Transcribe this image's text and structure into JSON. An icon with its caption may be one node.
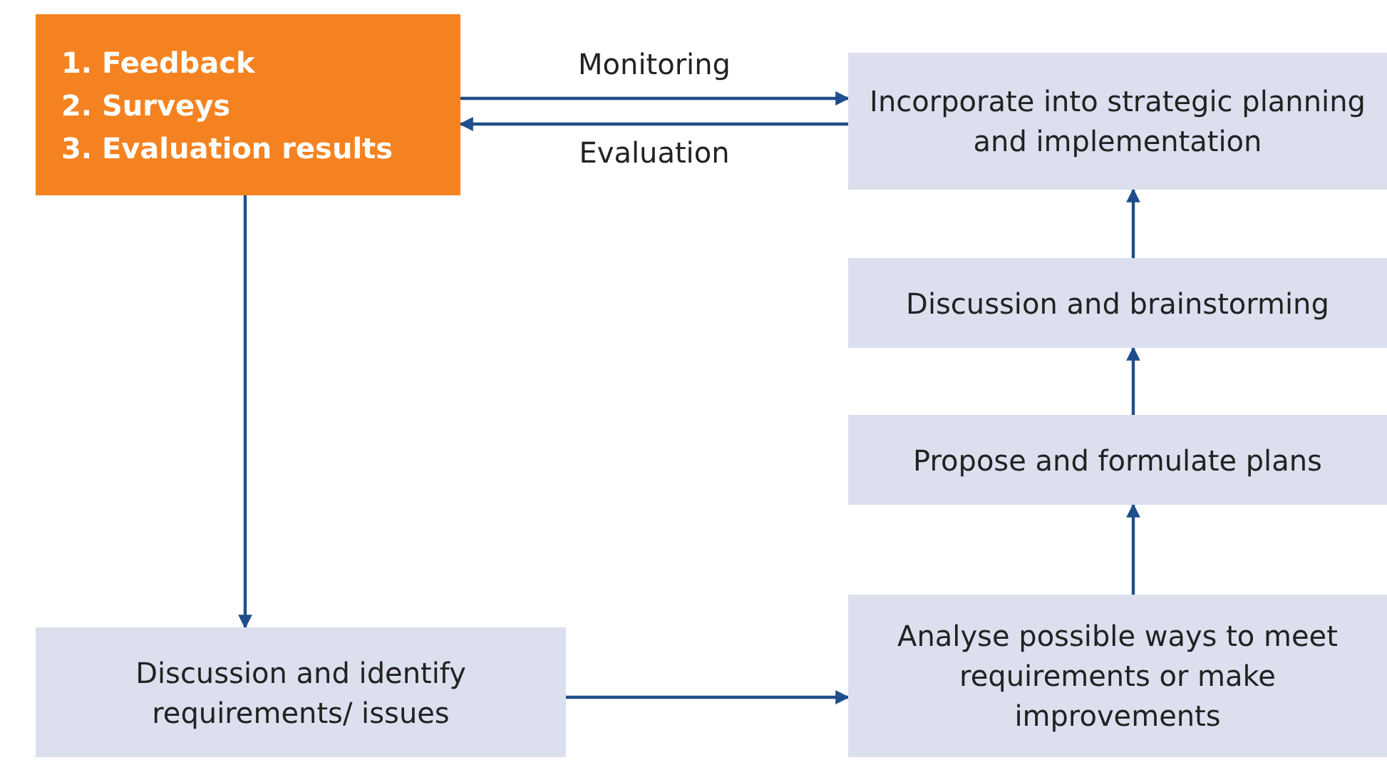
{
  "diagram": {
    "nodes": [
      {
        "text": [
          "1. Feedback",
          "2. Surveys",
          "3. Evaluation results"
        ]
      },
      {
        "text": [
          "Incorporate into strategic planning and implementation"
        ]
      },
      {
        "text": [
          "Discussion and brainstorming"
        ]
      },
      {
        "text": [
          "Propose and formulate plans"
        ]
      },
      {
        "text": [
          "Analyse possible ways to meet requirements or make improvements"
        ]
      },
      {
        "text": [
          "Discussion and identify requirements/ issues"
        ]
      }
    ],
    "edges": [
      {
        "from": 0,
        "to": 1,
        "arrow": "to",
        "label": "Monitoring"
      },
      {
        "from": 1,
        "to": 0,
        "arrow": "to",
        "label": "Evaluation"
      },
      {
        "from": 0,
        "to": 5,
        "arrow": "to"
      },
      {
        "from": 5,
        "to": 4,
        "arrow": "to"
      },
      {
        "from": 4,
        "to": 3,
        "arrow": "to"
      },
      {
        "from": 3,
        "to": 2,
        "arrow": "to"
      },
      {
        "from": 2,
        "to": 1,
        "arrow": "to"
      }
    ]
  }
}
